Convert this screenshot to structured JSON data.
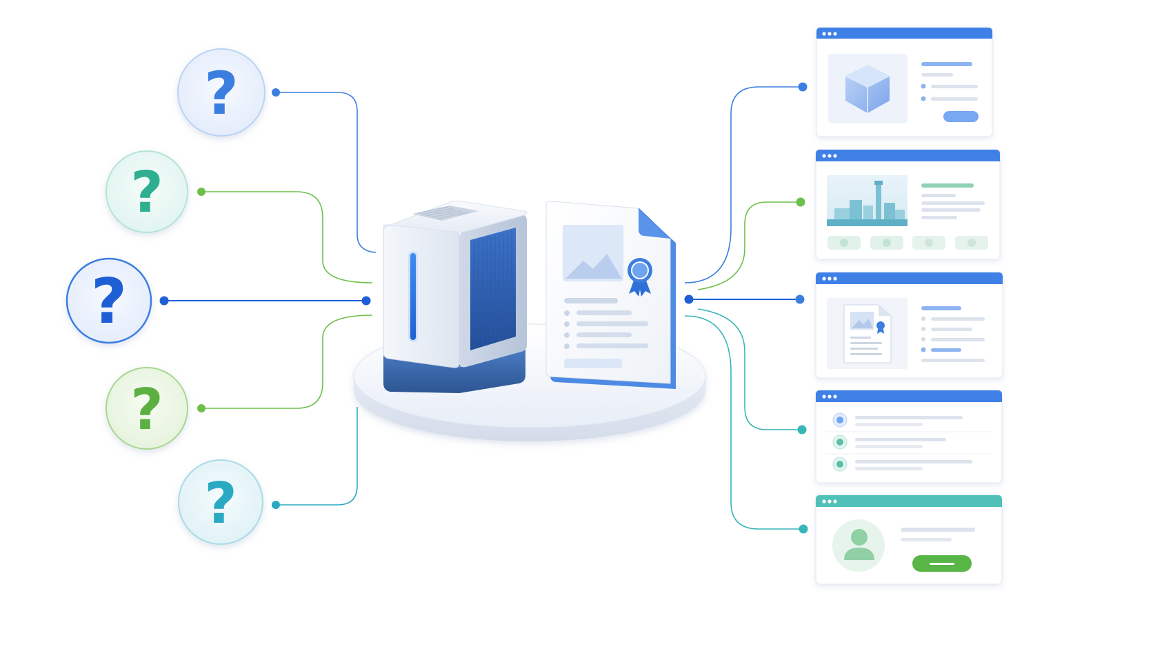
{
  "questions": [
    {
      "symbol": "?",
      "color": "#3b7ee0"
    },
    {
      "symbol": "?",
      "color": "#2fae90"
    },
    {
      "symbol": "?",
      "color": "#1f5fd6"
    },
    {
      "symbol": "?",
      "color": "#5bb041"
    },
    {
      "symbol": "?",
      "color": "#2aa9c2"
    }
  ],
  "hub": {
    "icons": [
      "server-icon",
      "certified-document-icon"
    ],
    "accent": "#3b7ee0"
  },
  "cards": [
    {
      "kind": "product-card",
      "header_color": "#3f80e6",
      "icon": "cube-icon"
    },
    {
      "kind": "city-gallery-card",
      "header_color": "#3f80e6",
      "icon": "city-image-icon"
    },
    {
      "kind": "document-card",
      "header_color": "#3f80e6",
      "icon": "document-icon"
    },
    {
      "kind": "badge-list-card",
      "header_color": "#3f80e6",
      "icon": "badge-icon"
    },
    {
      "kind": "profile-card",
      "header_color": "#4fc1b9",
      "icon": "user-icon"
    }
  ],
  "colors": {
    "blue": "#3b7ee0",
    "dark_blue": "#1f5fd6",
    "green": "#6cbf4a",
    "teal": "#37b6b8",
    "light_line": "#d5ddea",
    "card_border": "#e3e8f0"
  }
}
